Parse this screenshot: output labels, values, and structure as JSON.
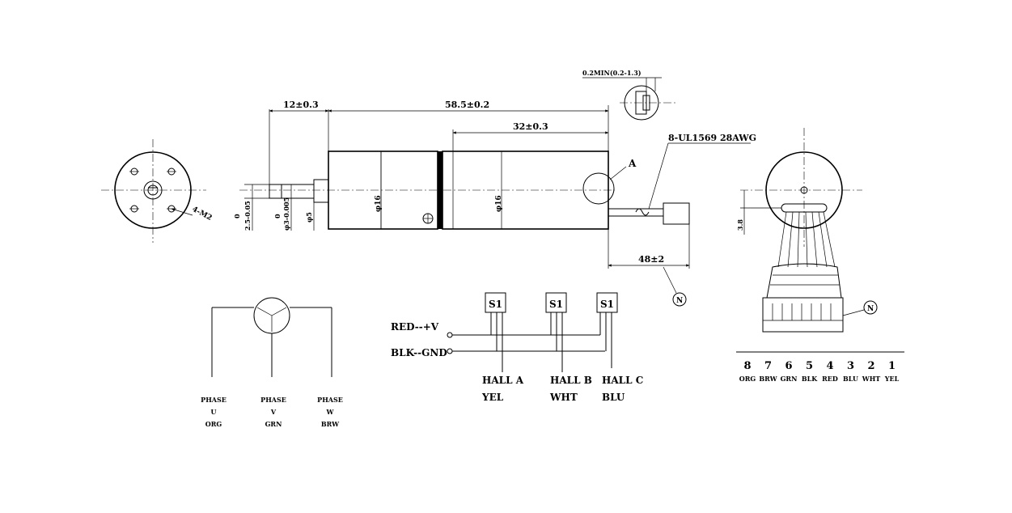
{
  "dimensions": {
    "shaft_len": "12±0.3",
    "total_len": "58.5±0.2",
    "motor_len": "32±0.3",
    "lead_len": "48±2",
    "gap": "0.2MIN(0.2-1.3)",
    "d16_a": "φ16",
    "d16_b": "φ16",
    "d5": "φ5",
    "d3": "φ3-0.005",
    "d3_tol": "0",
    "flat": "2.5-0.05",
    "flat_tol": "0",
    "m2": "4-M2",
    "offset": "3.8"
  },
  "labels": {
    "cable": "8-UL1569 28AWG",
    "detail_a": "A",
    "marker_n1": "N",
    "marker_n2": "N"
  },
  "phases": [
    {
      "name": "PHASE",
      "letter": "U",
      "color": "ORG"
    },
    {
      "name": "PHASE",
      "letter": "V",
      "color": "GRN"
    },
    {
      "name": "PHASE",
      "letter": "W",
      "color": "BRW"
    }
  ],
  "hall": {
    "sensor_label": "S1",
    "power_pos": "RED--+V",
    "power_gnd": "BLK--GND",
    "sensors": [
      {
        "name": "HALL A",
        "color": "YEL"
      },
      {
        "name": "HALL B",
        "color": "WHT"
      },
      {
        "name": "HALL C",
        "color": "BLU"
      }
    ]
  },
  "connector_pins": [
    {
      "num": "8",
      "color": "ORG"
    },
    {
      "num": "7",
      "color": "BRW"
    },
    {
      "num": "6",
      "color": "GRN"
    },
    {
      "num": "5",
      "color": "BLK"
    },
    {
      "num": "4",
      "color": "RED"
    },
    {
      "num": "3",
      "color": "BLU"
    },
    {
      "num": "2",
      "color": "WHT"
    },
    {
      "num": "1",
      "color": "YEL"
    }
  ]
}
